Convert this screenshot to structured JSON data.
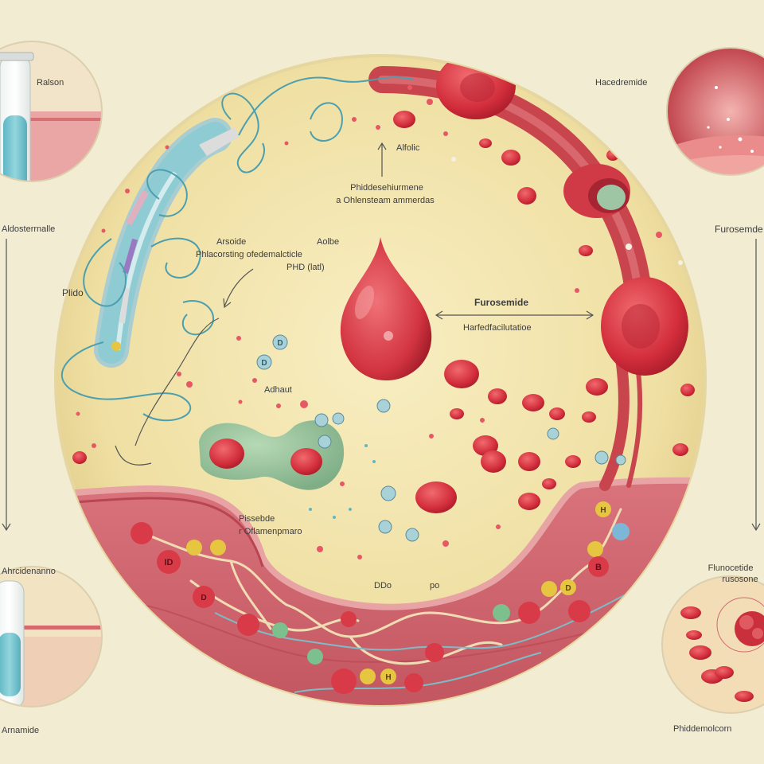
{
  "labels": {
    "top_left_panel": "Ralson",
    "left_mid": "Aldosterrnalle",
    "left_plido": "Plido",
    "bottom_left_panel": "Ahrcidenanno",
    "bottom_left_corner": "Arnamide",
    "top_right_panel": "Hacedremide",
    "right_mid": "Furosemde",
    "bottom_right_panel_line1": "Flunocetide",
    "bottom_right_panel_line2": "rusosone",
    "bottom_right_corner": "Phiddemolcorn",
    "center_top_line1": "Phiddesehiurmene",
    "center_top_line2": "a Ohlensteam ammerdas",
    "center_arrow_top": "Alfolic",
    "center_left_1": "Arsoide",
    "center_left_1b": "Aolbe",
    "center_left_2": "Phlacorsting ofedemalcticle",
    "center_left_3": "PHD (latl)",
    "center_right_bold": "Furosemide",
    "center_right_sub": "Harfedfacilutatioe",
    "center_adhaut": "Adhaut",
    "center_bottom_left_1": "Pissebde",
    "center_bottom_left_2": "r Oflamenpmaro",
    "center_bottom_mid": "DDo",
    "center_bottom_mid2": "po"
  },
  "molecule_tags": {
    "d": "D",
    "h": "H",
    "b": "B",
    "id": "ID"
  },
  "colors": {
    "background": "#f1ecd2",
    "disc": "#efe0a6",
    "tissue": "#c9606c",
    "rbc": "#d8323f",
    "vessel": "#c8454d",
    "catheter": "#7ec6cf",
    "green_cell": "#8fbf96",
    "wire": "#4c9fae"
  }
}
